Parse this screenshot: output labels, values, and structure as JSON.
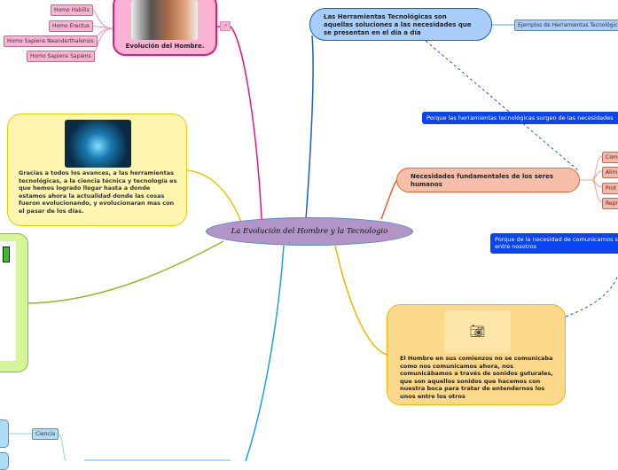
{
  "central": {
    "title": "La Evolución del Hombre y la Tecnologio"
  },
  "evolution": {
    "title": "Evolución del Hombre.",
    "children": [
      "Homo Habilis",
      "Homo Erectus",
      "Homo Sapiens Neanderthalensis",
      "Homo Sapiens Sapiens"
    ]
  },
  "tools": {
    "title": "Las Herramientas Tecnológicas son aquellas soluciones a las necesidades que se presentan en el día a día",
    "children": [
      "Ejemplos de Herramientas Tecnológicas"
    ]
  },
  "needs": {
    "title": "Necesidades fundamentales de los seres humanos",
    "children": [
      "Com",
      "Alim",
      "Prot",
      "Repr"
    ]
  },
  "relations": [
    "Porque las herramientas tecnológicas surgen de las necesidades",
    "Porque de la necesidad de comunicarnos s entre nosotros"
  ],
  "advances": {
    "text": "Gracias a todos los avances, a las herramientas tecnológicas, a la ciencia técnica y tecnología es que hemos logrado llegar hasta a donde estamos ahora la actualidad donde las cosas fueron evolucionando, y evolucionaran mas con el pasar de los días."
  },
  "communication": {
    "text": "El Hombre en sus comienzos no se comunicaba como nos comunicamos ahora, nos comunicábamos a través de sonidos guturales, que son aquellos sonidos que hacemos con nuestra boca para tratar de entendernos los unos entre los otros"
  },
  "science": {
    "children": [
      "Ciencia"
    ]
  },
  "colors": {
    "pink": "#f9b2d2",
    "blue": "#a8cdf8",
    "salmon": "#f7bfaa",
    "yellow": "#fdf5b0",
    "orange": "#fcd98a",
    "center": "#b195c8",
    "green": "#d4f59a"
  }
}
